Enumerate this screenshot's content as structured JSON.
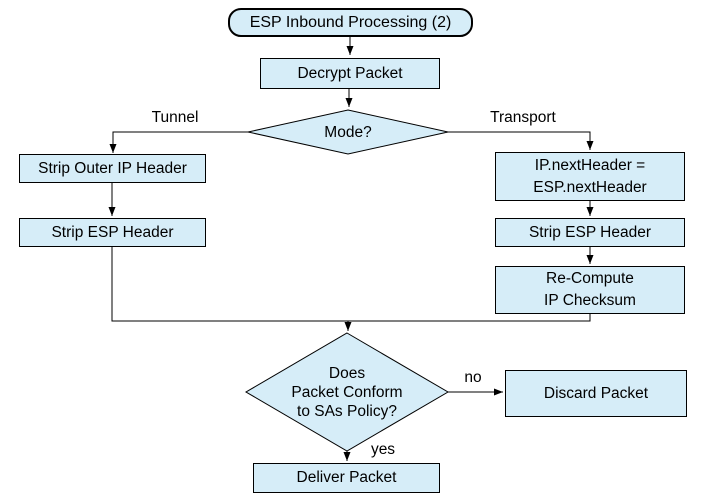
{
  "diagram": {
    "title_node": "ESP Inbound Processing (2)"
  },
  "colors": {
    "node_fill": "#d6edf8",
    "node_border": "#000000",
    "background": "#ffffff",
    "text": "#000000"
  },
  "nodes": {
    "title": {
      "label": "ESP Inbound Processing (2)",
      "shape": "rounded-rect"
    },
    "decrypt": {
      "label": "Decrypt Packet",
      "shape": "rect"
    },
    "mode": {
      "label": "Mode?",
      "shape": "diamond"
    },
    "strip_outer_ip": {
      "label": "Strip Outer IP Header",
      "shape": "rect"
    },
    "strip_esp_left": {
      "label": "Strip ESP Header",
      "shape": "rect"
    },
    "ip_next_header": {
      "label": "IP.nextHeader =\nESP.nextHeader",
      "shape": "rect"
    },
    "strip_esp_right": {
      "label": "Strip ESP Header",
      "shape": "rect"
    },
    "recompute_checksum": {
      "label": "Re-Compute\nIP Checksum",
      "shape": "rect"
    },
    "conform": {
      "label": "Does\nPacket Conform\nto SAs Policy?",
      "shape": "diamond"
    },
    "discard": {
      "label": "Discard Packet",
      "shape": "rect"
    },
    "deliver": {
      "label": "Deliver Packet",
      "shape": "rect"
    }
  },
  "edge_labels": {
    "tunnel": "Tunnel",
    "transport": "Transport",
    "no": "no",
    "yes": "yes"
  }
}
